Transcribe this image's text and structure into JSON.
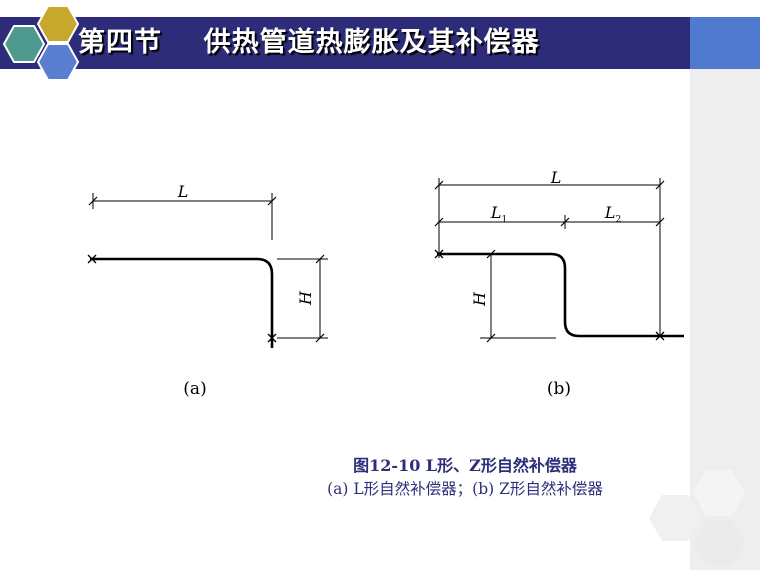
{
  "slide": {
    "title": "第四节    供热管道热膨胀及其补偿器",
    "colors": {
      "title_bg": "#2d2c78",
      "accent_blue": "#4f7ad0",
      "caption": "#2e2e7a",
      "strip": "#eeeeee"
    }
  },
  "figure": {
    "a": {
      "dim_L": "L",
      "dim_H": "H",
      "label": "(a)"
    },
    "b": {
      "dim_L": "L",
      "dim_L1": "L",
      "dim_L1_sub": "1",
      "dim_L2": "L",
      "dim_L2_sub": "2",
      "dim_H": "H",
      "label": "(b)"
    },
    "caption_title": "图12-10  L形、Z形自然补偿器",
    "caption_sub": "(a) L形自然补偿器；(b) Z形自然补偿器"
  }
}
